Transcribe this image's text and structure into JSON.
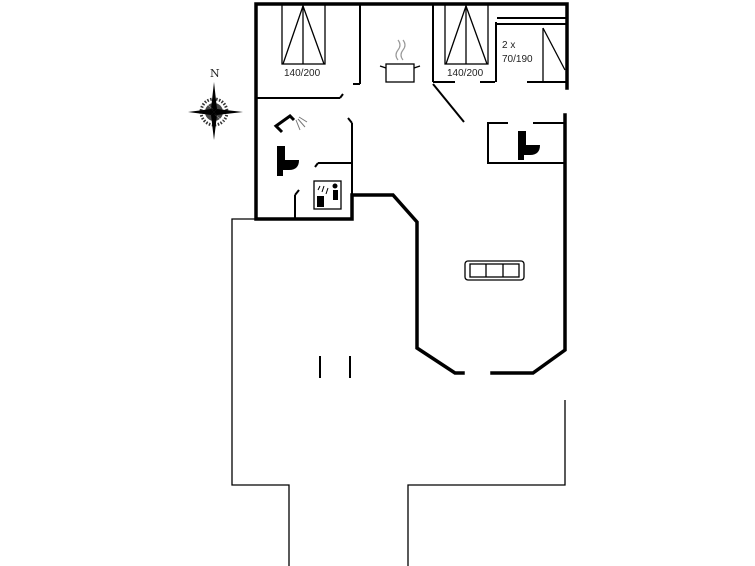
{
  "floorplan": {
    "compass_label": "N",
    "bed_1_label": "140/200",
    "bed_2_label": "140/200",
    "bunk_label_line1": "2 x",
    "bunk_label_line2": "70/190"
  },
  "colors": {
    "wall": "#000000",
    "background": "#ffffff"
  }
}
